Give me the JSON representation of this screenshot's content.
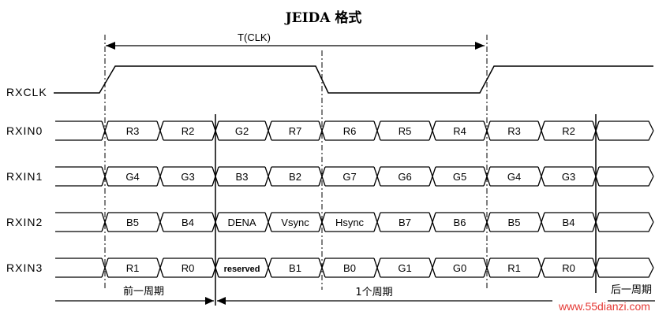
{
  "title": "JEIDA 格式",
  "clock": {
    "name": "RXCLK",
    "period_label": "T(CLK)"
  },
  "signals": [
    {
      "name": "RXIN0",
      "cells": [
        "R3",
        "R2",
        "G2",
        "R7",
        "R6",
        "R5",
        "R4",
        "R3",
        "R2"
      ]
    },
    {
      "name": "RXIN1",
      "cells": [
        "G4",
        "G3",
        "B3",
        "B2",
        "G7",
        "G6",
        "G5",
        "G4",
        "G3"
      ]
    },
    {
      "name": "RXIN2",
      "cells": [
        "B5",
        "B4",
        "DENA",
        "Vsync",
        "Hsync",
        "B7",
        "B6",
        "B5",
        "B4"
      ]
    },
    {
      "name": "RXIN3",
      "cells": [
        "R1",
        "R0",
        "reserved",
        "B1",
        "B0",
        "G1",
        "G0",
        "R1",
        "R0"
      ]
    }
  ],
  "periods": {
    "previous": "前一周期",
    "current": "1个周期",
    "next": "后一周期"
  },
  "watermark": "www.55dianzi.com"
}
